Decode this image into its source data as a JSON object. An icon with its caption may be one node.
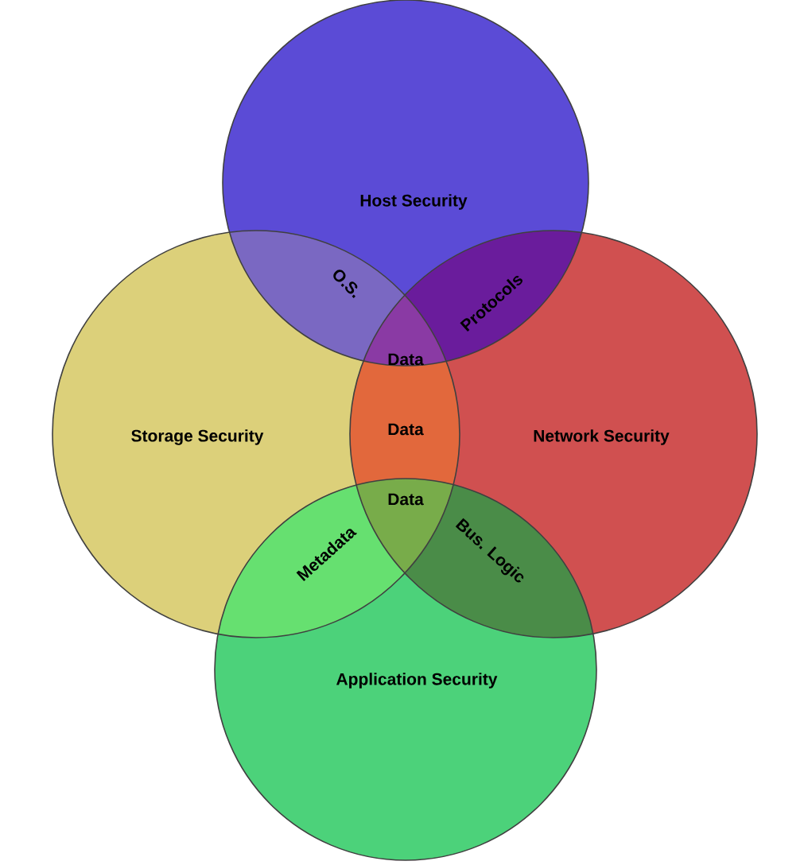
{
  "diagram": {
    "nodes": [
      {
        "text": [
          "Host Security"
        ]
      },
      {
        "text": [
          "Storage Security"
        ]
      },
      {
        "text": [
          "Network Security"
        ]
      },
      {
        "text": [
          "Application Security"
        ]
      }
    ],
    "edges": [],
    "labels": [
      "O.S.",
      "Protocols",
      "Data",
      "Data",
      "Data",
      "Metadata",
      "Bus. Logic"
    ]
  }
}
